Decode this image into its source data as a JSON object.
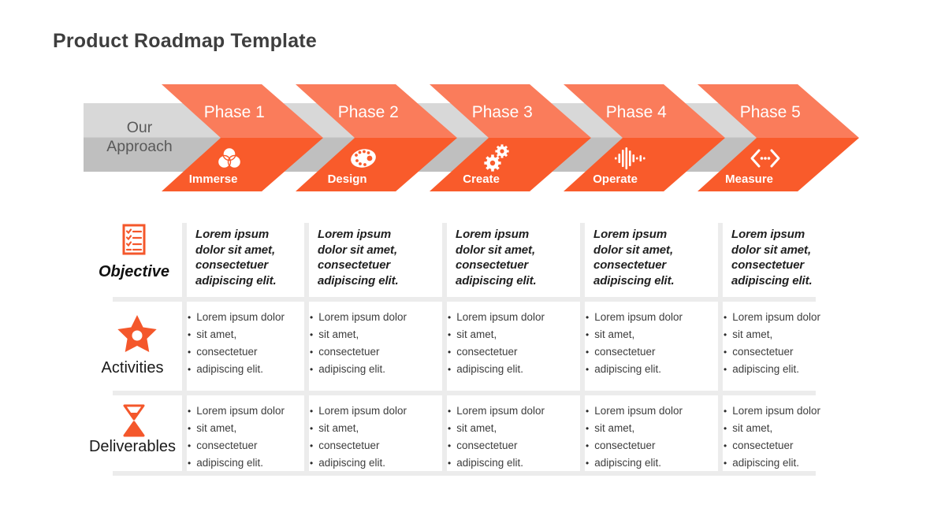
{
  "title": "Product Roadmap Template",
  "approach": {
    "line1": "Our",
    "line2": "Approach"
  },
  "colors": {
    "chevron_top": "#FA7C5B",
    "chevron_bottom": "#F95B2B",
    "accent_orange": "#F4572B",
    "band_light_gray": "#D8D8D8",
    "band_dark_gray": "#BFBFBF",
    "band_text_gray": "#595959",
    "divider_gray": "#ECECEC",
    "title_gray": "#3E3E3E"
  },
  "phases": [
    {
      "number_label": "Phase 1",
      "name": "Immerse",
      "icon": "venn-circles-icon"
    },
    {
      "number_label": "Phase 2",
      "name": "Design",
      "icon": "palette-icon"
    },
    {
      "number_label": "Phase 3",
      "name": "Create",
      "icon": "gears-icon"
    },
    {
      "number_label": "Phase 4",
      "name": "Operate",
      "icon": "waveform-icon"
    },
    {
      "number_label": "Phase 5",
      "name": "Measure",
      "icon": "code-brackets-icon"
    }
  ],
  "table": {
    "bullet_char": "•",
    "rows": [
      {
        "label": "Objective",
        "icon": "checklist-icon",
        "style": "paragraph",
        "cells": [
          "Lorem ipsum dolor sit amet, consectetuer adipiscing elit.",
          "Lorem ipsum dolor sit amet, consectetuer adipiscing elit.",
          "Lorem ipsum dolor sit amet, consectetuer adipiscing elit.",
          "Lorem ipsum dolor sit amet, consectetuer adipiscing elit.",
          "Lorem ipsum dolor sit amet, consectetuer adipiscing elit."
        ]
      },
      {
        "label": "Activities",
        "icon": "teamwork-star-icon",
        "style": "bullets",
        "cells": [
          [
            "Lorem ipsum dolor",
            "sit amet,",
            "consectetuer",
            "adipiscing elit."
          ],
          [
            "Lorem ipsum dolor",
            "sit amet,",
            "consectetuer",
            "adipiscing elit."
          ],
          [
            "Lorem ipsum dolor",
            "sit amet,",
            "consectetuer",
            "adipiscing elit."
          ],
          [
            "Lorem ipsum dolor",
            "sit amet,",
            "consectetuer",
            "adipiscing elit."
          ],
          [
            "Lorem ipsum dolor",
            "sit amet,",
            "consectetuer",
            "adipiscing elit."
          ]
        ]
      },
      {
        "label": "Deliverables",
        "icon": "hourglass-icon",
        "style": "bullets",
        "cells": [
          [
            "Lorem ipsum dolor",
            "sit amet,",
            "consectetuer",
            "adipiscing elit."
          ],
          [
            "Lorem ipsum dolor",
            "sit amet,",
            "consectetuer",
            "adipiscing elit."
          ],
          [
            "Lorem ipsum dolor",
            "sit amet,",
            "consectetuer",
            "adipiscing elit."
          ],
          [
            "Lorem ipsum dolor",
            "sit amet,",
            "consectetuer",
            "adipiscing elit."
          ],
          [
            "Lorem ipsum dolor",
            "sit amet,",
            "consectetuer",
            "adipiscing elit."
          ]
        ]
      }
    ]
  }
}
